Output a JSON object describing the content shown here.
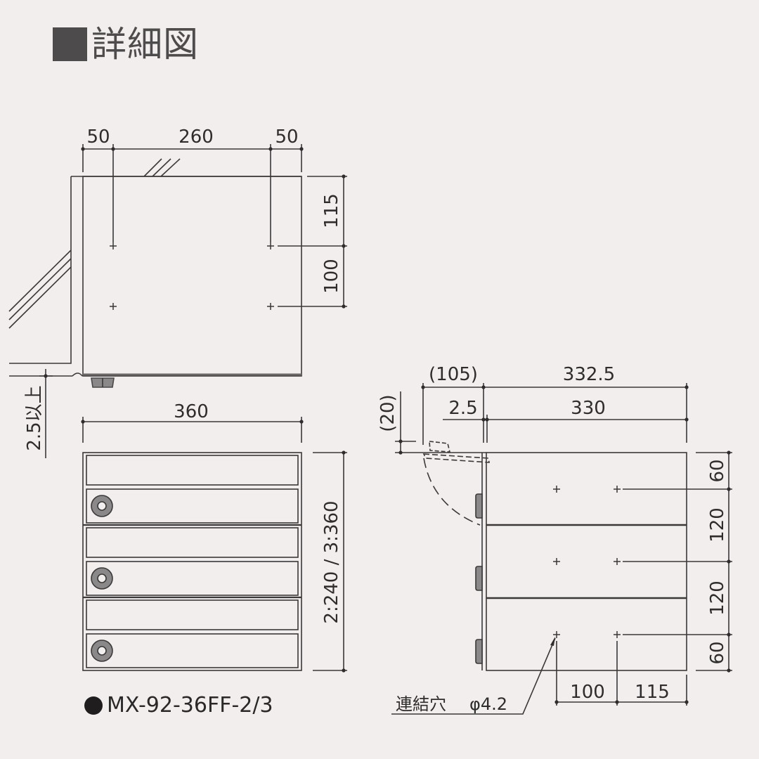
{
  "title": {
    "marker": "filled-square",
    "text": "詳細図"
  },
  "model": {
    "bullet": "filled-circle",
    "name": "MX-92-36FF-2/3"
  },
  "colors": {
    "background": "#f1eeed",
    "line": "#3a3838",
    "lock_gray": "#8a8888",
    "title_gray": "#4d4b4b"
  },
  "top_view": {
    "dims_top": [
      "50",
      "260",
      "50"
    ],
    "dims_right": [
      "115",
      "100"
    ],
    "clearance": "2.5以上"
  },
  "front_view": {
    "width": "360",
    "height": "2:240 / 3:360",
    "units": 3
  },
  "side_view": {
    "dim_door_swing": "(105)",
    "dim_overall_depth": "332.5",
    "dim_gap": "2.5",
    "dim_depth": "330",
    "dim_flap": "(20)",
    "dims_right": [
      "60",
      "120",
      "120",
      "60"
    ],
    "dims_bottom": [
      "100",
      "115"
    ],
    "hole_label": "連結穴",
    "hole_diameter": "φ4.2"
  }
}
